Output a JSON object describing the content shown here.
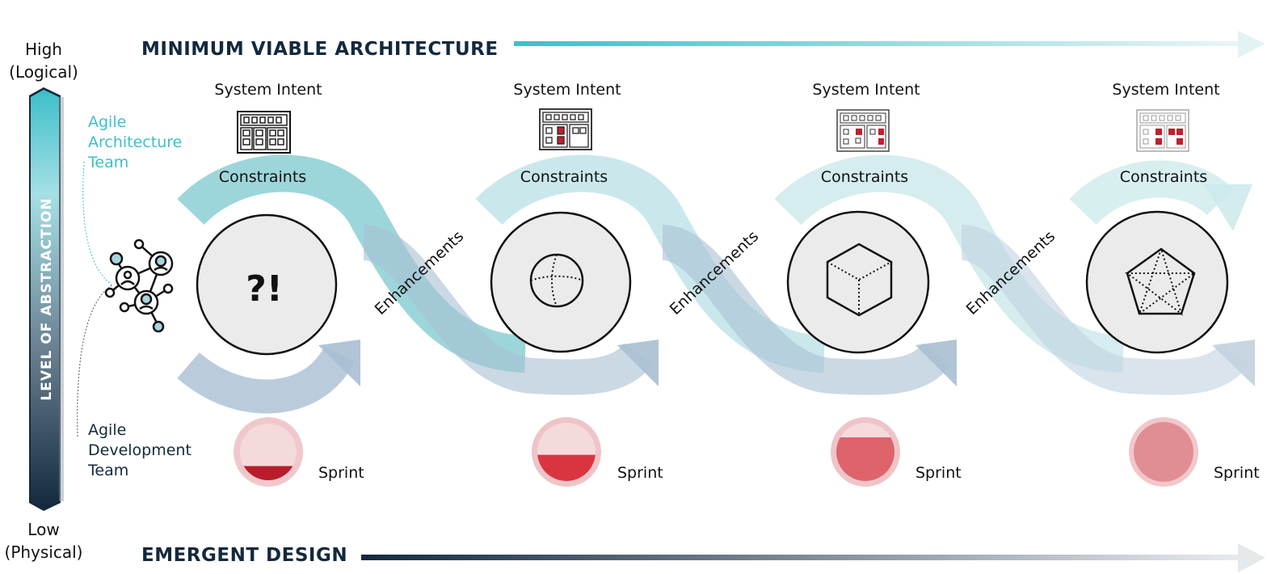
{
  "title_top": "MINIMUM VIABLE ARCHITECTURE",
  "title_bottom": "EMERGENT DESIGN",
  "axis": {
    "high_line1": "High",
    "high_line2": "(Logical)",
    "low_line1": "Low",
    "low_line2": "(Physical)",
    "label": "LEVEL OF ABSTRACTION"
  },
  "teams": {
    "architecture": [
      "Agile",
      "Architecture",
      "Team"
    ],
    "development": [
      "Agile",
      "Development",
      "Team"
    ]
  },
  "stages": [
    {
      "system_intent": "System Intent",
      "constraints": "Constraints",
      "enhancements": "Enhancements",
      "sprint": "Sprint",
      "shape": "?!",
      "sprint_fill": 0.25
    },
    {
      "system_intent": "System Intent",
      "constraints": "Constraints",
      "enhancements": "Enhancements",
      "sprint": "Sprint",
      "shape": "sphere",
      "sprint_fill": 0.45
    },
    {
      "system_intent": "System Intent",
      "constraints": "Constraints",
      "enhancements": "Enhancements",
      "sprint": "Sprint",
      "shape": "cube",
      "sprint_fill": 0.75
    },
    {
      "system_intent": "System Intent",
      "constraints": "Constraints",
      "sprint": "Sprint",
      "shape": "pentagon-star",
      "sprint_fill": 1.0
    }
  ],
  "colors": {
    "navy": "#13293d",
    "teal": "#3dbfc9",
    "arch_band": "#8ccfd3",
    "dev_band": "#a9bfd3",
    "sprint_outer": "#efc6c9",
    "sprint_red": "#c0202f"
  }
}
